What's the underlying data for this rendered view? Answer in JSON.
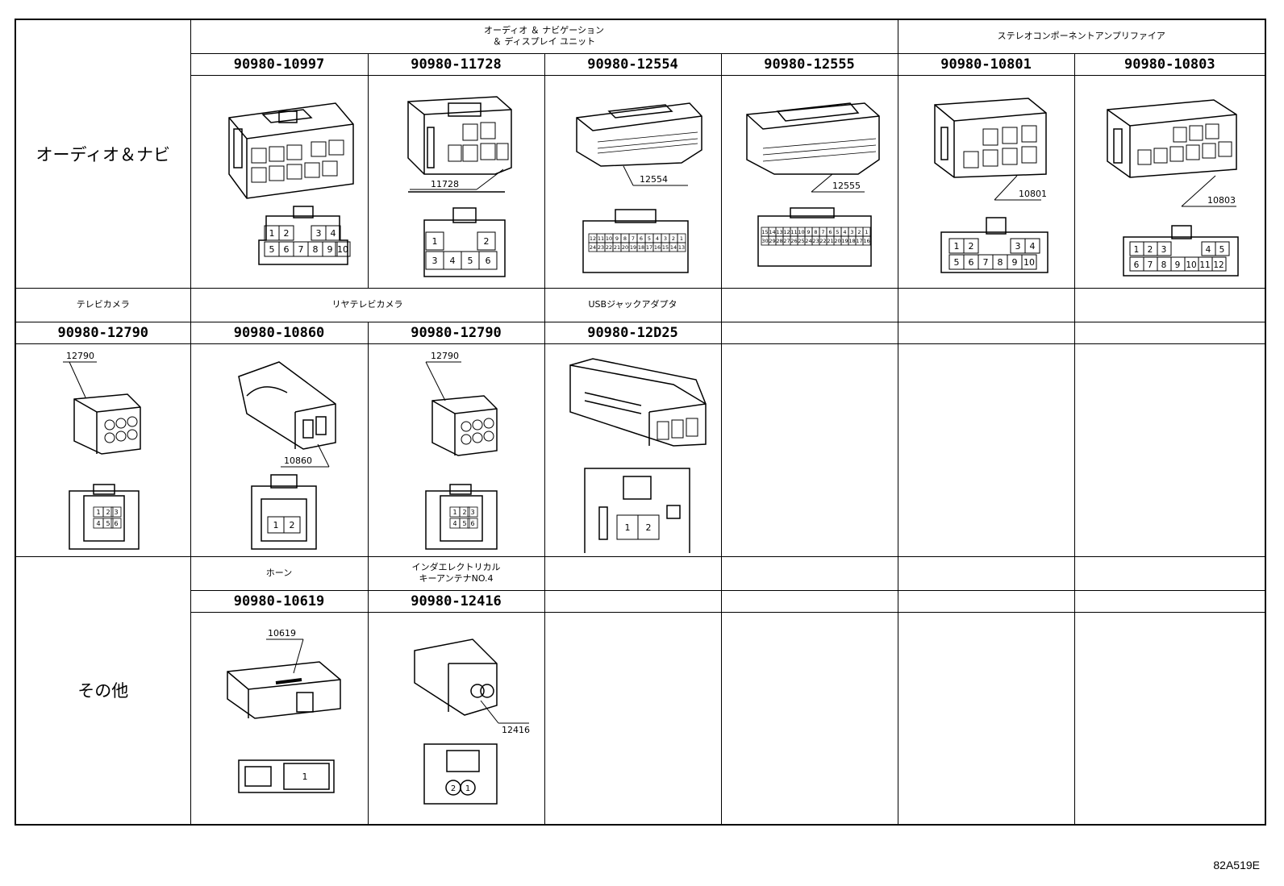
{
  "rows": [
    {
      "category": "オーディオ＆ナビ",
      "groups": [
        {
          "label": "オーディオ ＆ ナビゲーション\n＆ ディスプレイ ユニット",
          "span": 4
        },
        {
          "label": "ステレオコンポーネントアンプリファイア",
          "span": 2
        }
      ],
      "connectors": [
        {
          "pn": "90980-10997",
          "tag": "",
          "pins_top": [
            "1",
            "2",
            "",
            "3",
            "4"
          ],
          "pins_bottom": [
            "5",
            "6",
            "7",
            "8",
            "9",
            "10"
          ]
        },
        {
          "pn": "90980-11728",
          "tag": "11728",
          "pins_top": [
            "1",
            "",
            "2"
          ],
          "pins_bottom": [
            "3",
            "4",
            "5",
            "6"
          ]
        },
        {
          "pn": "90980-12554",
          "tag": "12554",
          "pins_top": [
            "12",
            "11",
            "10",
            "9",
            "8",
            "7",
            "6",
            "5",
            "4",
            "3",
            "2",
            "1"
          ],
          "pins_bottom": [
            "24",
            "23",
            "22",
            "21",
            "20",
            "19",
            "18",
            "17",
            "16",
            "15",
            "14",
            "13"
          ]
        },
        {
          "pn": "90980-12555",
          "tag": "12555",
          "pins_top": [
            "15",
            "14",
            "13",
            "12",
            "11",
            "10",
            "9",
            "8",
            "7",
            "6",
            "5",
            "4",
            "3",
            "2",
            "1"
          ],
          "pins_bottom": [
            "30",
            "29",
            "28",
            "27",
            "26",
            "25",
            "24",
            "23",
            "22",
            "21",
            "20",
            "19",
            "18",
            "17",
            "16"
          ]
        },
        {
          "pn": "90980-10801",
          "tag": "10801",
          "pins_top": [
            "1",
            "2",
            "",
            "3",
            "4"
          ],
          "pins_bottom": [
            "5",
            "6",
            "7",
            "8",
            "9",
            "10"
          ]
        },
        {
          "pn": "90980-10803",
          "tag": "10803",
          "pins_top": [
            "1",
            "2",
            "3",
            "",
            "4",
            "5"
          ],
          "pins_bottom": [
            "6",
            "7",
            "8",
            "9",
            "10",
            "11",
            "12"
          ]
        }
      ]
    },
    {
      "category": "",
      "groups": [
        {
          "label": "テレビカメラ",
          "span": 1
        },
        {
          "label": "リヤテレビカメラ",
          "span": 2
        },
        {
          "label": "USBジャックアダプタ",
          "span": 1
        },
        {
          "label": "",
          "span": 1
        },
        {
          "label": "",
          "span": 1
        },
        {
          "label": "",
          "span": 1
        }
      ],
      "connectors": [
        {
          "pn": "90980-12790",
          "tag": "12790",
          "pins": [
            "1",
            "2",
            "3",
            "4",
            "5",
            "6"
          ]
        },
        {
          "pn": "90980-10860",
          "tag": "10860",
          "pins": [
            "1",
            "2"
          ]
        },
        {
          "pn": "90980-12790",
          "tag": "12790",
          "pins": [
            "1",
            "2",
            "3",
            "4",
            "5",
            "6"
          ]
        },
        {
          "pn": "90980-12D25",
          "tag": "",
          "pins": [
            "1",
            "2"
          ]
        },
        {
          "pn": ""
        },
        {
          "pn": ""
        },
        {
          "pn": ""
        }
      ]
    },
    {
      "category": "その他",
      "groups": [
        {
          "label": "ホーン",
          "span": 1
        },
        {
          "label": "インダエレクトリカル\nキーアンテナNO.4",
          "span": 1
        },
        {
          "label": "",
          "span": 1
        },
        {
          "label": "",
          "span": 1
        },
        {
          "label": "",
          "span": 1
        },
        {
          "label": "",
          "span": 1
        }
      ],
      "connectors": [
        {
          "pn": "90980-10619",
          "tag": "10619",
          "pins": [
            "1"
          ]
        },
        {
          "pn": "90980-12416",
          "tag": "12416",
          "pins": [
            "2",
            "1"
          ]
        },
        {
          "pn": ""
        },
        {
          "pn": ""
        },
        {
          "pn": ""
        },
        {
          "pn": ""
        }
      ]
    }
  ],
  "footer": "82A519E"
}
